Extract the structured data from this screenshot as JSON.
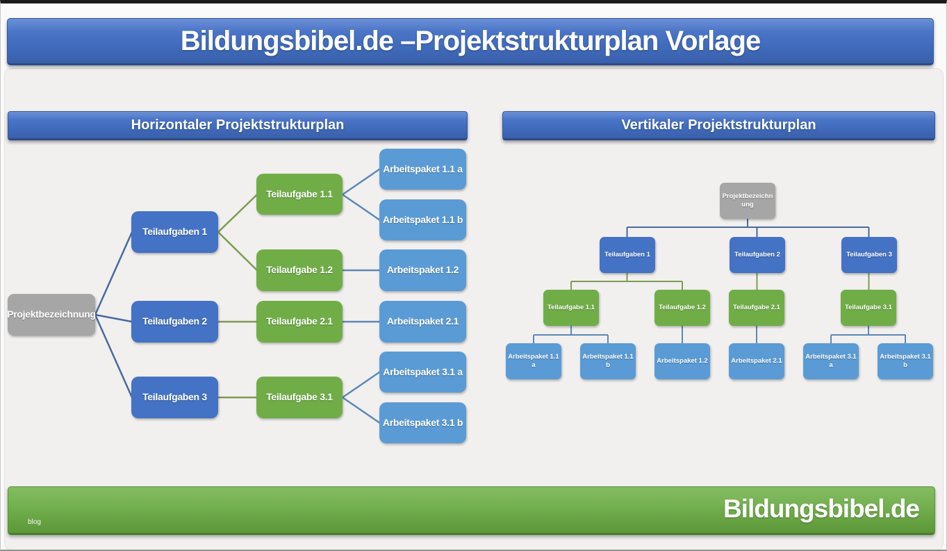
{
  "page": {
    "title": "Bildungsbibel.de –Projektstrukturplan Vorlage"
  },
  "colors": {
    "banner_blue": "#4472c4",
    "node_blue": "#4472c4",
    "node_green": "#70ad47",
    "node_light_blue": "#5b9bd5",
    "node_gray": "#a6a6a6",
    "footer_green": "#70ad47",
    "connector_dark_blue": "#49699e",
    "connector_olive": "#7d9b54",
    "connector_steel_blue": "#5d87b8"
  },
  "horizontal": {
    "header": "Horizontaler Projektstrukturplan",
    "root": "Projektbezeichnung",
    "tasks": [
      "Teilaufgaben  1",
      "Teilaufgaben  2",
      "Teilaufgaben 3"
    ],
    "subtasks": [
      "Teilaufgabe 1.1",
      "Teilaufgabe 1.2",
      "Teilaufgabe 2.1",
      "Teilaufgabe 3.1"
    ],
    "workpackages": [
      "Arbeitspaket 1.1 a",
      "Arbeitspaket 1.1 b",
      "Arbeitspaket 1.2",
      "Arbeitspaket 2.1",
      "Arbeitspaket 3.1 a",
      "Arbeitspaket 3.1 b"
    ]
  },
  "vertical": {
    "header": "Vertikaler Projektstrukturplan",
    "root": "Projektbezeichnung",
    "tasks": [
      "Teilaufgaben  1",
      "Teilaufgaben  2",
      "Teilaufgaben 3"
    ],
    "subtasks": [
      "Teilaufgabe 1.1",
      "Teilaufgabe 1.2",
      "Teilaufgabe 2.1",
      "Teilaufgabe 3.1"
    ],
    "workpackages": [
      "Arbeitspaket 1.1 a",
      "Arbeitspaket 1.1 b",
      "Arbeitspaket 1.2",
      "Arbeitspaket 2.1",
      "Arbeitspaket 3.1 a",
      "Arbeitspaket 3.1 b"
    ]
  },
  "footer": {
    "brand": "Bildungsbibel.de",
    "blog": "blog"
  }
}
